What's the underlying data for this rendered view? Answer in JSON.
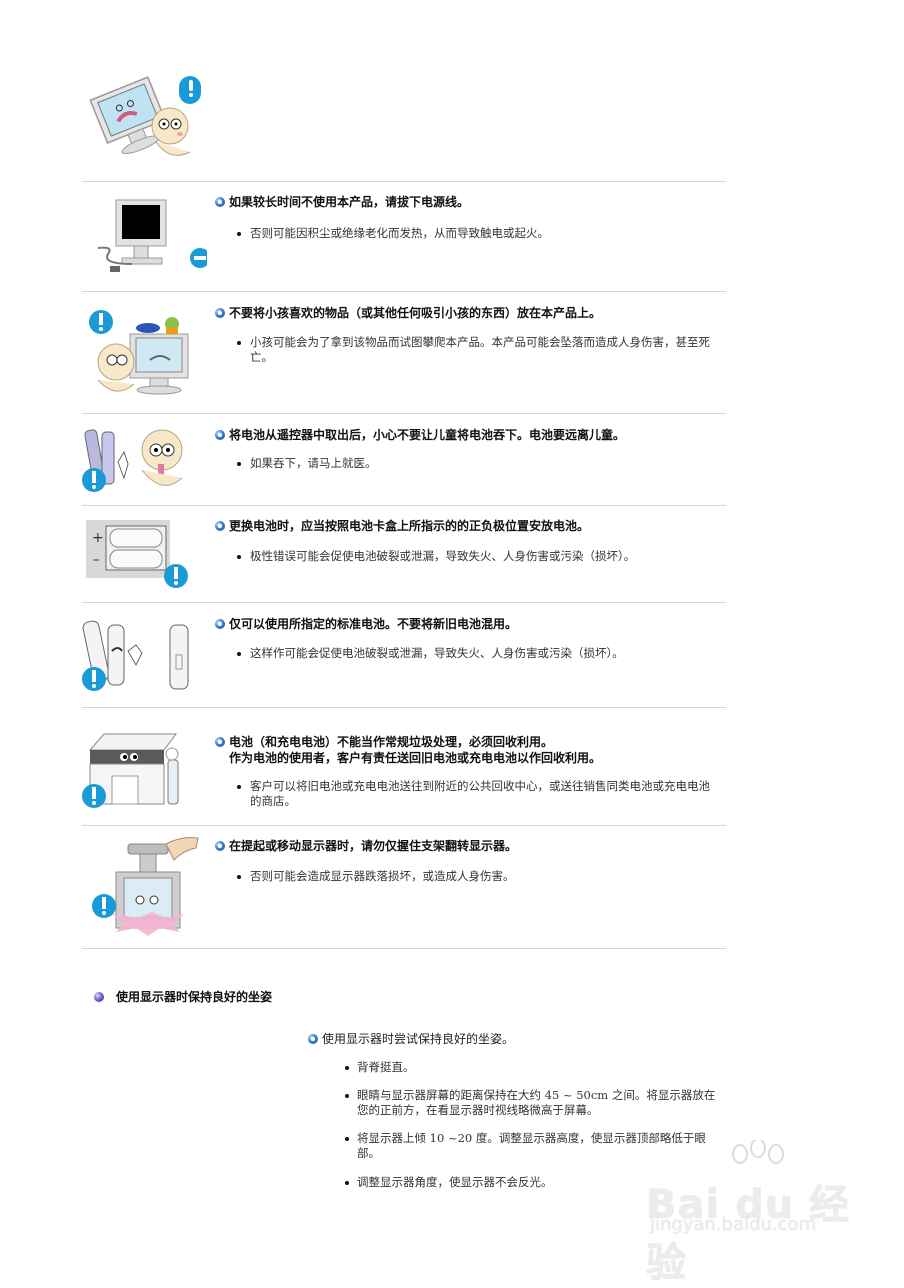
{
  "items": [
    {
      "heading": "",
      "illustration": "monitor-tipping-child-icon"
    },
    {
      "heading": "如果较长时间不使用本产品，请拔下电源线。",
      "bullets": [
        "否则可能因积尘或绝缘老化而发热，从而导致触电或起火。"
      ],
      "illustration": "monitor-unplug-icon"
    },
    {
      "heading": "不要将小孩喜欢的物品（或其他任何吸引小孩的东西）放在本产品上。",
      "bullets": [
        "小孩可能会为了拿到该物品而试图攀爬本产品。本产品可能会坠落而造成人身伤害，甚至死亡。"
      ],
      "illustration": "child-toys-on-monitor-icon"
    },
    {
      "heading": "将电池从遥控器中取出后，小心不要让儿童将电池吞下。电池要远离儿童。",
      "bullets": [
        "如果吞下，请马上就医。"
      ],
      "illustration": "child-battery-icon"
    },
    {
      "heading": "更换电池时，应当按照电池卡盒上所指示的的正负极位置安放电池。",
      "bullets": [
        "极性错误可能会促使电池破裂或泄漏，导致失火、人身伤害或污染（损坏）。"
      ],
      "illustration": "battery-polarity-icon"
    },
    {
      "heading": "仅可以使用所指定的标准电池。不要将新旧电池混用。",
      "bullets": [
        "这样作可能会促使电池破裂或泄漏，导致失火、人身伤害或污染（损坏）。"
      ],
      "illustration": "old-new-battery-icon"
    },
    {
      "heading": "电池（和充电电池）不能当作常规垃圾处理，必须回收利用。",
      "heading2": "作为电池的使用者，客户有责任送回旧电池或充电电池以作回收利用。",
      "bullets": [
        "客户可以将旧电池或充电电池送往到附近的公共回收中心，或送往销售同类电池或充电电池的商店。"
      ],
      "illustration": "battery-recycle-store-icon"
    },
    {
      "heading": "在提起或移动显示器时，请勿仅握住支架翻转显示器。",
      "bullets": [
        "否则可能会造成显示器跌落损坏，或造成人身伤害。"
      ],
      "illustration": "monitor-lift-stand-icon"
    }
  ],
  "posture": {
    "section_title": "使用显示器时保持良好的坐姿",
    "sub_heading": "使用显示器时尝试保持良好的坐姿。",
    "items": [
      "背脊挺直。",
      "眼睛与显示器屏幕的距离保持在大约 45 ~ 50cm 之间。将显示器放在您的正前方，在看显示器时视线略微高于屏幕。",
      "将显示器上倾 10 ~20 度。调整显示器高度，使显示器顶部略低于眼部。",
      "调整显示器角度，使显示器不会反光。"
    ]
  },
  "watermark": {
    "logo": "Bai du 经验",
    "url": "jingyan.baidu.com"
  },
  "colors": {
    "warning_blue": "#1a9ad6",
    "divider": "#d4d4d4",
    "bullet_blue": "#3a7fd0",
    "section_bullet_purple": "#6a5cc8"
  }
}
